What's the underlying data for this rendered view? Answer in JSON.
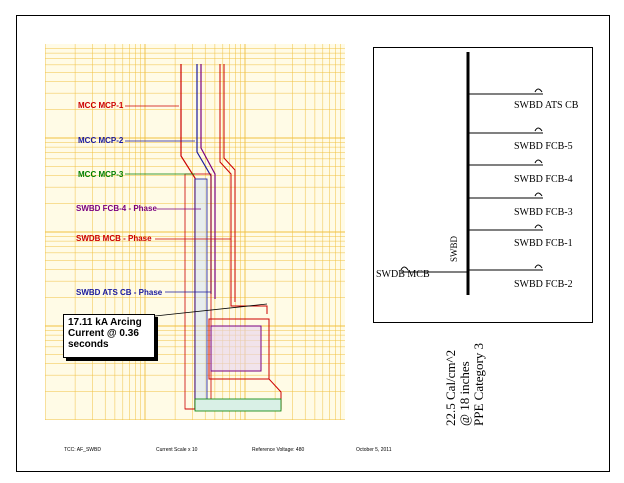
{
  "tcc": {
    "labels": [
      {
        "text": "MCC MCP-1",
        "color": "#cc0000"
      },
      {
        "text": "MCC MCP-2",
        "color": "#1a1a9e"
      },
      {
        "text": "MCC MCP-3",
        "color": "#008000"
      },
      {
        "text": "SWBD FCB-4 - Phase",
        "color": "#7a0080"
      },
      {
        "text": "SWDB MCB - Phase",
        "color": "#cc0000"
      },
      {
        "text": "SWBD ATS CB - Phase",
        "color": "#1a1a9e"
      }
    ],
    "arc_note": {
      "line1": "17.11 kA Arcing",
      "line2": "Current @ 0.36",
      "line3": "seconds"
    }
  },
  "one_line": {
    "bus_label": "SWBD",
    "main_breaker": "SWDB MCB",
    "feeders": [
      "SWBD ATS CB",
      "SWBD FCB-5",
      "SWBD FCB-4",
      "SWBD FCB-3",
      "SWBD FCB-1",
      "SWBD FCB-2"
    ]
  },
  "energy": {
    "line1": "22.5 Cal/cm^2",
    "line2": "@ 18 inches",
    "line3": "PPE Category 3"
  },
  "footer": {
    "tcc": "TCC:  AF_SWBD",
    "scale": "Current Scale  x 10",
    "voltage": "Reference Voltage: 480",
    "date": "October 5, 2011"
  },
  "colors": {
    "grid": "#f0c040",
    "red": "#cc0000",
    "blue": "#1a1a9e",
    "green": "#008000",
    "purple": "#7a0080"
  }
}
